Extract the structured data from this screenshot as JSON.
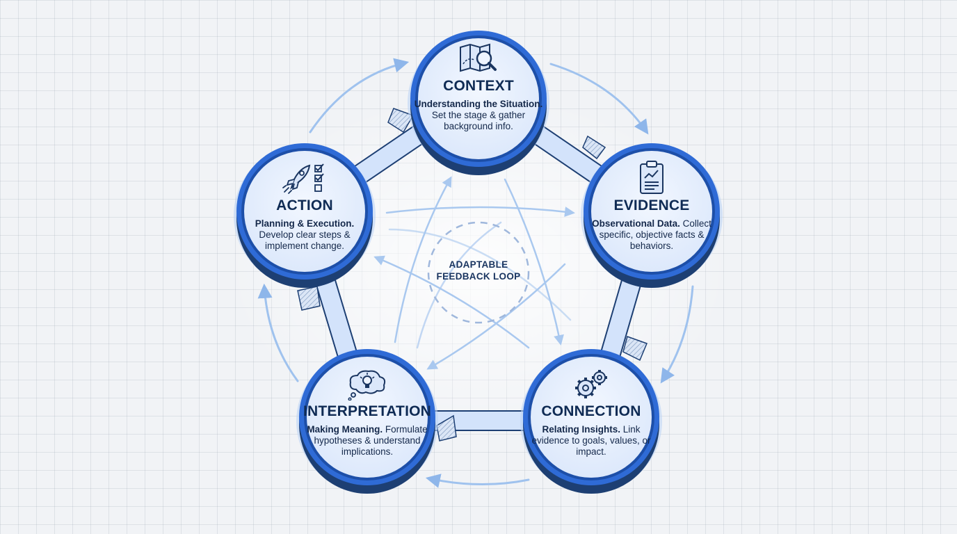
{
  "center": {
    "line1": "ADAPTABLE",
    "line2": "FEEDBACK LOOP"
  },
  "nodes": [
    {
      "key": "context",
      "title": "CONTEXT",
      "lead": "Understanding the Situation.",
      "desc": "Set the stage & gather background info.",
      "icon": "map-magnifier-icon"
    },
    {
      "key": "evidence",
      "title": "EVIDENCE",
      "lead": "Observational Data.",
      "desc": "Collect specific, objective facts & behaviors.",
      "icon": "clipboard-chart-icon"
    },
    {
      "key": "connection",
      "title": "CONNECTION",
      "lead": "Relating Insights.",
      "desc": "Link evidence to goals, values, or impact.",
      "icon": "gears-icon"
    },
    {
      "key": "interpretation",
      "title": "INTERPRETATION",
      "lead": "Making Meaning.",
      "desc": "Formulate hypotheses & understand implications.",
      "icon": "thought-bulb-icon"
    },
    {
      "key": "action",
      "title": "ACTION",
      "lead": "Planning & Execution.",
      "desc": "Develop clear steps & implement change.",
      "icon": "rocket-checklist-icon"
    }
  ],
  "colors": {
    "ring": "#2f6bd6",
    "ring_dark": "#1d4fa8",
    "disc_fill": "#e6effc",
    "track": "#cfe0fb",
    "arrow_light": "#9fc2ee",
    "text": "#0f2b54"
  }
}
